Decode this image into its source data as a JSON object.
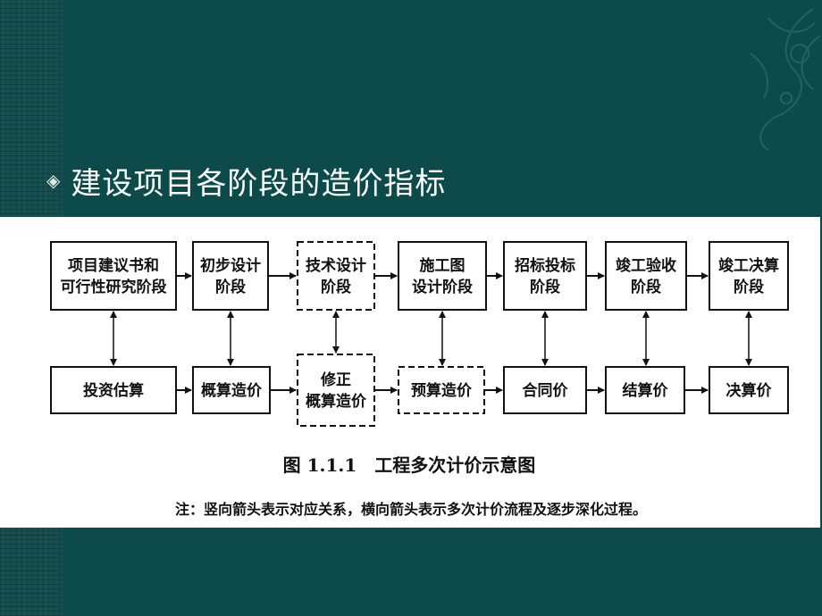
{
  "slide": {
    "bullet_icon": "diamond-bullet-icon",
    "title": "建设项目各阶段的造价指标"
  },
  "diagram": {
    "stages": [
      {
        "lines": [
          "项目建议书和",
          "可行性研究阶段"
        ],
        "dashed": false
      },
      {
        "lines": [
          "初步设计",
          "阶段"
        ],
        "dashed": false
      },
      {
        "lines": [
          "技术设计",
          "阶段"
        ],
        "dashed": true
      },
      {
        "lines": [
          "施工图",
          "设计阶段"
        ],
        "dashed": false
      },
      {
        "lines": [
          "招标投标",
          "阶段"
        ],
        "dashed": false
      },
      {
        "lines": [
          "竣工验收",
          "阶段"
        ],
        "dashed": false
      },
      {
        "lines": [
          "竣工决算",
          "阶段"
        ],
        "dashed": false
      }
    ],
    "prices": [
      {
        "lines": [
          "投资估算"
        ],
        "dashed": false
      },
      {
        "lines": [
          "概算造价"
        ],
        "dashed": false
      },
      {
        "lines": [
          "修正",
          "概算造价"
        ],
        "dashed": true
      },
      {
        "lines": [
          "预算造价"
        ],
        "dashed": true
      },
      {
        "lines": [
          "合同价"
        ],
        "dashed": false
      },
      {
        "lines": [
          "结算价"
        ],
        "dashed": false
      },
      {
        "lines": [
          "决算价"
        ],
        "dashed": false
      }
    ],
    "caption": "图 1.1.1　工程多次计价示意图",
    "note": "注：竖向箭头表示对应关系，横向箭头表示多次计价流程及逐步深化过程。"
  }
}
